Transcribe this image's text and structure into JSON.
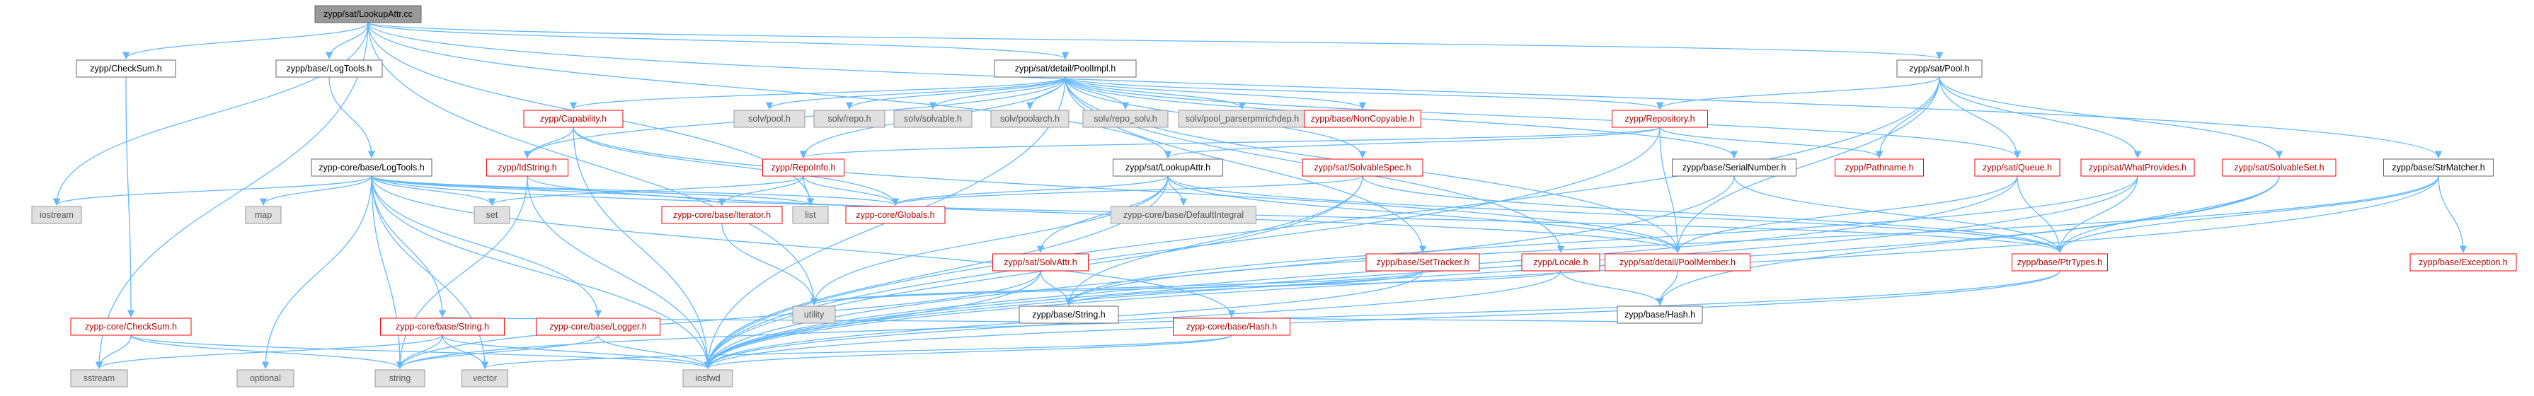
{
  "diagram": {
    "colors": {
      "root_fill": "#999999",
      "root_border": "#666666",
      "normal_fill": "#ffffff",
      "normal_border": "#666666",
      "normal_text": "#000000",
      "linked_border": "#ff0000",
      "linked_text": "#b00000",
      "external_fill": "#e0e0e0",
      "external_border": "#999999",
      "external_text": "#555555",
      "edge": "#63b8ff"
    },
    "nodes": [
      {
        "id": "root",
        "label": "zypp/sat/LookupAttr.cc",
        "kind": "root"
      },
      {
        "id": "checksum",
        "label": "zypp/CheckSum.h",
        "kind": "normal"
      },
      {
        "id": "baselogtools",
        "label": "zypp/base/LogTools.h",
        "kind": "normal"
      },
      {
        "id": "poolimpl",
        "label": "zypp/sat/detail/PoolImpl.h",
        "kind": "normal"
      },
      {
        "id": "satpool",
        "label": "zypp/sat/Pool.h",
        "kind": "normal"
      },
      {
        "id": "corelogtools",
        "label": "zypp-core/base/LogTools.h",
        "kind": "normal"
      },
      {
        "id": "capability",
        "label": "zypp/Capability.h",
        "kind": "linked"
      },
      {
        "id": "solvpool",
        "label": "solv/pool.h",
        "kind": "external"
      },
      {
        "id": "solvrepo",
        "label": "solv/repo.h",
        "kind": "external"
      },
      {
        "id": "solvsolvable",
        "label": "solv/solvable.h",
        "kind": "external"
      },
      {
        "id": "solvpoolarch",
        "label": "solv/poolarch.h",
        "kind": "external"
      },
      {
        "id": "solvreposolv",
        "label": "solv/repo_solv.h",
        "kind": "external"
      },
      {
        "id": "solvpoolparser",
        "label": "solv/pool_parserpmrichdep.h",
        "kind": "external"
      },
      {
        "id": "noncopyable",
        "label": "zypp/base/NonCopyable.h",
        "kind": "linked"
      },
      {
        "id": "repository",
        "label": "zypp/Repository.h",
        "kind": "linked"
      },
      {
        "id": "idstring",
        "label": "zypp/IdString.h",
        "kind": "linked"
      },
      {
        "id": "repoinfo",
        "label": "zypp/RepoInfo.h",
        "kind": "linked"
      },
      {
        "id": "lookupattrh",
        "label": "zypp/sat/LookupAttr.h",
        "kind": "normal"
      },
      {
        "id": "solvablespec",
        "label": "zypp/sat/SolvableSpec.h",
        "kind": "linked"
      },
      {
        "id": "serialnumber",
        "label": "zypp/base/SerialNumber.h",
        "kind": "normal"
      },
      {
        "id": "pathname",
        "label": "zypp/Pathname.h",
        "kind": "linked"
      },
      {
        "id": "queue",
        "label": "zypp/sat/Queue.h",
        "kind": "linked"
      },
      {
        "id": "whatprovides",
        "label": "zypp/sat/WhatProvides.h",
        "kind": "linked"
      },
      {
        "id": "solvableset",
        "label": "zypp/sat/SolvableSet.h",
        "kind": "linked"
      },
      {
        "id": "strmatcher",
        "label": "zypp/base/StrMatcher.h",
        "kind": "normal"
      },
      {
        "id": "iostream",
        "label": "iostream",
        "kind": "external"
      },
      {
        "id": "map",
        "label": "map",
        "kind": "external"
      },
      {
        "id": "set",
        "label": "set",
        "kind": "external"
      },
      {
        "id": "iterator",
        "label": "zypp-core/base/Iterator.h",
        "kind": "linked"
      },
      {
        "id": "list",
        "label": "list",
        "kind": "external"
      },
      {
        "id": "globals",
        "label": "zypp-core/Globals.h",
        "kind": "linked"
      },
      {
        "id": "defaultintegral",
        "label": "zypp-core/base/DefaultIntegral",
        "kind": "external"
      },
      {
        "id": "solvattr",
        "label": "zypp/sat/SolvAttr.h",
        "kind": "linked"
      },
      {
        "id": "settracker",
        "label": "zypp/base/SetTracker.h",
        "kind": "linked"
      },
      {
        "id": "locale",
        "label": "zypp/Locale.h",
        "kind": "linked"
      },
      {
        "id": "poolmember",
        "label": "zypp/sat/detail/PoolMember.h",
        "kind": "linked"
      },
      {
        "id": "ptrtypes",
        "label": "zypp/base/PtrTypes.h",
        "kind": "linked"
      },
      {
        "id": "exception",
        "label": "zypp/base/Exception.h",
        "kind": "linked"
      },
      {
        "id": "utility",
        "label": "utility",
        "kind": "external"
      },
      {
        "id": "zyppstring",
        "label": "zypp/base/String.h",
        "kind": "normal"
      },
      {
        "id": "hash",
        "label": "zypp/base/Hash.h",
        "kind": "normal"
      },
      {
        "id": "corechecksum",
        "label": "zypp-core/CheckSum.h",
        "kind": "linked"
      },
      {
        "id": "corestring",
        "label": "zypp-core/base/String.h",
        "kind": "linked"
      },
      {
        "id": "logger",
        "label": "zypp-core/base/Logger.h",
        "kind": "linked"
      },
      {
        "id": "corehash",
        "label": "zypp-core/base/Hash.h",
        "kind": "linked"
      },
      {
        "id": "sstream",
        "label": "sstream",
        "kind": "external"
      },
      {
        "id": "optional",
        "label": "optional",
        "kind": "external"
      },
      {
        "id": "string",
        "label": "string",
        "kind": "external"
      },
      {
        "id": "vector",
        "label": "vector",
        "kind": "external"
      },
      {
        "id": "iosfwd",
        "label": "iosfwd",
        "kind": "external"
      }
    ],
    "edges": [
      [
        "root",
        "checksum"
      ],
      [
        "root",
        "baselogtools"
      ],
      [
        "root",
        "poolimpl"
      ],
      [
        "root",
        "satpool"
      ],
      [
        "root",
        "strmatcher"
      ],
      [
        "root",
        "iostream"
      ],
      [
        "root",
        "sstream"
      ],
      [
        "root",
        "lookupattrh"
      ],
      [
        "root",
        "utility"
      ],
      [
        "root",
        "list"
      ],
      [
        "checksum",
        "corechecksum"
      ],
      [
        "baselogtools",
        "corelogtools"
      ],
      [
        "corelogtools",
        "iostream"
      ],
      [
        "corelogtools",
        "map"
      ],
      [
        "corelogtools",
        "set"
      ],
      [
        "corelogtools",
        "list"
      ],
      [
        "corelogtools",
        "iterator"
      ],
      [
        "corelogtools",
        "globals"
      ],
      [
        "corelogtools",
        "ptrtypes"
      ],
      [
        "corelogtools",
        "corestring"
      ],
      [
        "corelogtools",
        "logger"
      ],
      [
        "corelogtools",
        "optional"
      ],
      [
        "corelogtools",
        "string"
      ],
      [
        "corelogtools",
        "vector"
      ],
      [
        "corelogtools",
        "iosfwd"
      ],
      [
        "corelogtools",
        "corehash"
      ],
      [
        "poolimpl",
        "capability"
      ],
      [
        "poolimpl",
        "solvpool"
      ],
      [
        "poolimpl",
        "solvrepo"
      ],
      [
        "poolimpl",
        "solvsolvable"
      ],
      [
        "poolimpl",
        "solvpoolarch"
      ],
      [
        "poolimpl",
        "solvreposolv"
      ],
      [
        "poolimpl",
        "solvpoolparser"
      ],
      [
        "poolimpl",
        "noncopyable"
      ],
      [
        "poolimpl",
        "repository"
      ],
      [
        "poolimpl",
        "idstring"
      ],
      [
        "poolimpl",
        "repoinfo"
      ],
      [
        "poolimpl",
        "solvablespec"
      ],
      [
        "poolimpl",
        "serialnumber"
      ],
      [
        "poolimpl",
        "queue"
      ],
      [
        "poolimpl",
        "locale"
      ],
      [
        "poolimpl",
        "poolmember"
      ],
      [
        "poolimpl",
        "settracker"
      ],
      [
        "poolimpl",
        "iosfwd"
      ],
      [
        "satpool",
        "repository"
      ],
      [
        "satpool",
        "pathname"
      ],
      [
        "satpool",
        "queue"
      ],
      [
        "satpool",
        "whatprovides"
      ],
      [
        "satpool",
        "solvableset"
      ],
      [
        "satpool",
        "poolmember"
      ],
      [
        "satpool",
        "iosfwd"
      ],
      [
        "capability",
        "idstring"
      ],
      [
        "capability",
        "globals"
      ],
      [
        "capability",
        "poolmember"
      ],
      [
        "capability",
        "iosfwd"
      ],
      [
        "repository",
        "repoinfo"
      ],
      [
        "repository",
        "pathname"
      ],
      [
        "repository",
        "lookupattrh"
      ],
      [
        "repository",
        "poolmember"
      ],
      [
        "repository",
        "iosfwd"
      ],
      [
        "idstring",
        "poolmember"
      ],
      [
        "idstring",
        "string"
      ],
      [
        "idstring",
        "iosfwd"
      ],
      [
        "repoinfo",
        "list"
      ],
      [
        "repoinfo",
        "set"
      ],
      [
        "repoinfo",
        "iterator"
      ],
      [
        "repoinfo",
        "globals"
      ],
      [
        "lookupattrh",
        "globals"
      ],
      [
        "lookupattrh",
        "defaultintegral"
      ],
      [
        "lookupattrh",
        "solvattr"
      ],
      [
        "lookupattrh",
        "poolmember"
      ],
      [
        "lookupattrh",
        "ptrtypes"
      ],
      [
        "lookupattrh",
        "iosfwd"
      ],
      [
        "lookupattrh",
        "utility"
      ],
      [
        "solvablespec",
        "globals"
      ],
      [
        "solvablespec",
        "zyppstring"
      ],
      [
        "solvablespec",
        "ptrtypes"
      ],
      [
        "solvablespec",
        "iosfwd"
      ],
      [
        "serialnumber",
        "ptrtypes"
      ],
      [
        "serialnumber",
        "iosfwd"
      ],
      [
        "queue",
        "poolmember"
      ],
      [
        "queue",
        "ptrtypes"
      ],
      [
        "queue",
        "iosfwd"
      ],
      [
        "whatprovides",
        "ptrtypes"
      ],
      [
        "whatprovides",
        "zyppstring"
      ],
      [
        "whatprovides",
        "iosfwd"
      ],
      [
        "solvableset",
        "ptrtypes"
      ],
      [
        "solvableset",
        "hash"
      ],
      [
        "solvableset",
        "iosfwd"
      ],
      [
        "strmatcher",
        "ptrtypes"
      ],
      [
        "strmatcher",
        "exception"
      ],
      [
        "strmatcher",
        "zyppstring"
      ],
      [
        "strmatcher",
        "iosfwd"
      ],
      [
        "iterator",
        "utility"
      ],
      [
        "solvattr",
        "zyppstring"
      ],
      [
        "solvattr",
        "string"
      ],
      [
        "solvattr",
        "iosfwd"
      ],
      [
        "settracker",
        "utility"
      ],
      [
        "settracker",
        "iosfwd"
      ],
      [
        "settracker",
        "zyppstring"
      ],
      [
        "locale",
        "hash"
      ],
      [
        "locale",
        "utility"
      ],
      [
        "locale",
        "iosfwd"
      ],
      [
        "poolmember",
        "hash"
      ],
      [
        "ptrtypes",
        "iosfwd"
      ],
      [
        "ptrtypes",
        "string"
      ],
      [
        "zyppstring",
        "corestring"
      ],
      [
        "hash",
        "corehash"
      ],
      [
        "corechecksum",
        "sstream"
      ],
      [
        "corechecksum",
        "string"
      ],
      [
        "corechecksum",
        "iosfwd"
      ],
      [
        "corestring",
        "sstream"
      ],
      [
        "corestring",
        "string"
      ],
      [
        "corestring",
        "vector"
      ],
      [
        "corestring",
        "iosfwd"
      ],
      [
        "logger",
        "iosfwd"
      ],
      [
        "logger",
        "string"
      ],
      [
        "corehash",
        "iosfwd"
      ],
      [
        "corehash",
        "vector"
      ]
    ]
  }
}
